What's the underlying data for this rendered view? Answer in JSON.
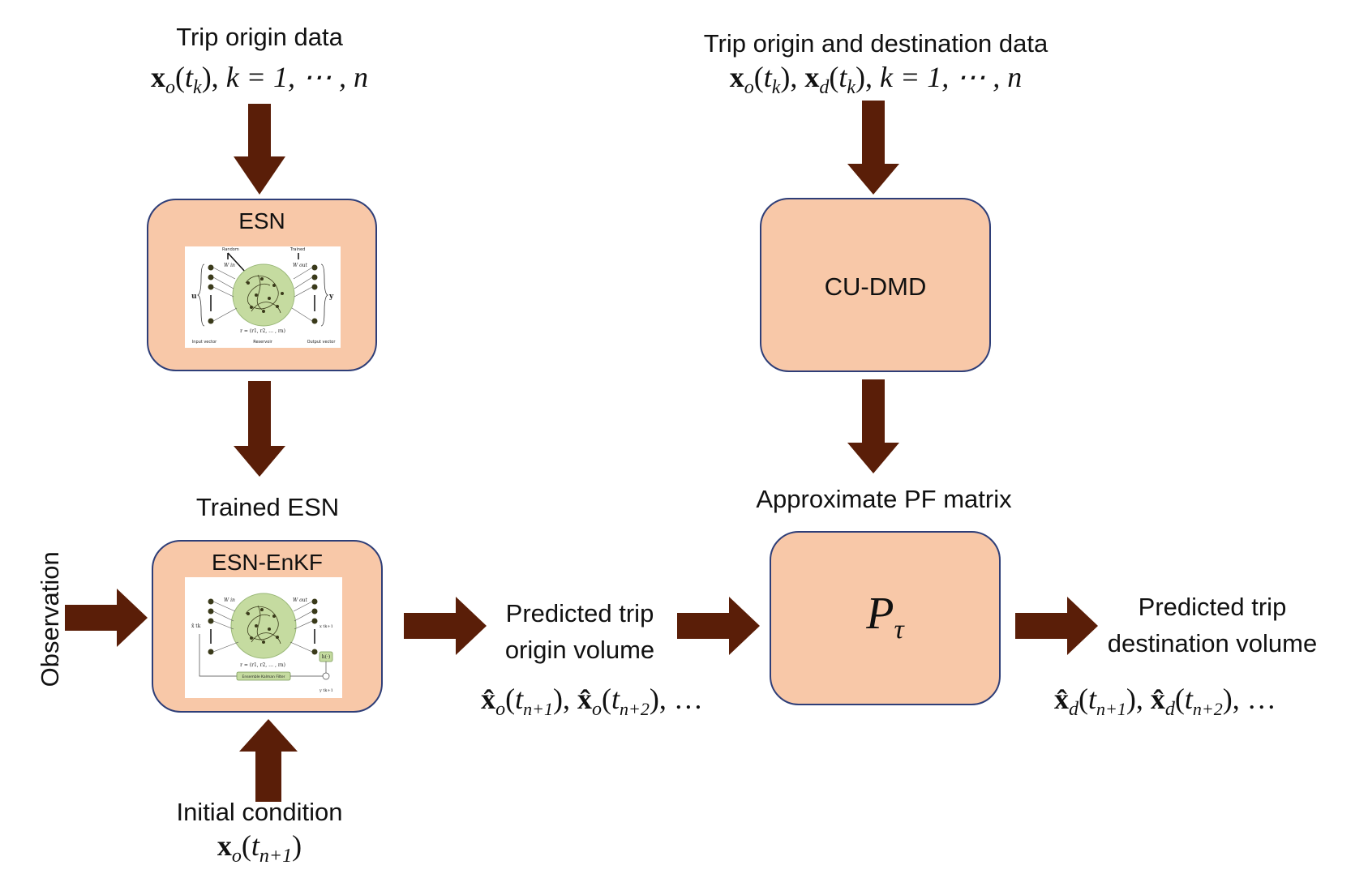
{
  "colors": {
    "arrow": "#5a1e08",
    "box_fill": "#f8c8a8",
    "box_border": "#2e3e78",
    "reservoir": "#c5dba0",
    "node": "#3a3a1a"
  },
  "left_top": {
    "title": "Trip origin data",
    "formula_prefix": "xo(tk), ",
    "formula": "k = 1, ⋯ , n"
  },
  "esn_box": {
    "title": "ESN",
    "inset": {
      "random": "Random",
      "trained": "Trained",
      "w_in": "W in",
      "w_out": "W out",
      "u": "u",
      "y": "y",
      "r_eq": "r = (r1, r2, … , rn)",
      "input_vector": "Input vector",
      "reservoir": "Reservoir",
      "output_vector": "Output vector"
    }
  },
  "trained_esn_label": "Trained ESN",
  "enkf_box": {
    "title": "ESN-EnKF",
    "inset": {
      "w_in": "W in",
      "w_out": "W out",
      "x_in": "x̂ tk",
      "x_out": "x tk+1",
      "h": "h(·)",
      "r_eq": "r = (r1, r2, … , rn)",
      "filter": "Ensemble Kalman Filter",
      "y_out": "y tk+1"
    }
  },
  "observation_label": "Observation",
  "initial_condition": {
    "title": "Initial condition",
    "formula": "xo(tn+1)"
  },
  "predicted_origin": {
    "line1": "Predicted trip",
    "line2": "origin volume",
    "formula": "x̂o(tn+1), x̂o(tn+2), …"
  },
  "right_top": {
    "title": "Trip origin and destination data",
    "formula_prefix": "xo(tk), xd(tk), ",
    "formula": "k = 1, ⋯ , n"
  },
  "cudmd_box": {
    "title": "CU-DMD"
  },
  "pf_label": "Approximate PF matrix",
  "ptau_box": {
    "symbol": "P",
    "subscript": "τ"
  },
  "predicted_destination": {
    "line1": "Predicted trip",
    "line2": "destination volume",
    "formula": "x̂d(tn+1), x̂d(tn+2), …"
  }
}
